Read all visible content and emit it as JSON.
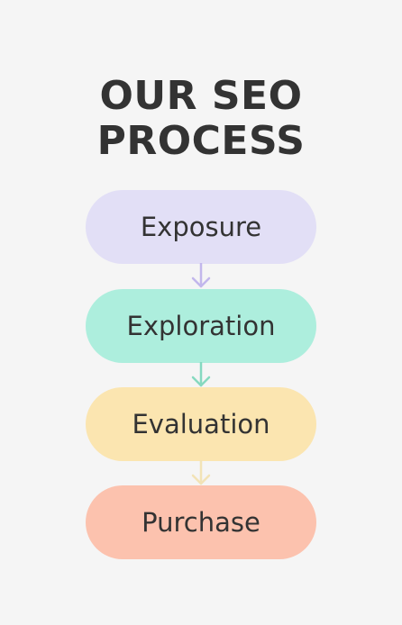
{
  "title": {
    "line1": "OUR SEO",
    "line2": "PROCESS"
  },
  "steps": [
    {
      "label": "Exposure",
      "color": "#e2dff6",
      "arrow_color": "#c2b7ec"
    },
    {
      "label": "Exploration",
      "color": "#adeedd",
      "arrow_color": "#86d9c0"
    },
    {
      "label": "Evaluation",
      "color": "#fbe5b0",
      "arrow_color": "#f2e3b6"
    },
    {
      "label": "Purchase",
      "color": "#fcc2ae"
    }
  ]
}
